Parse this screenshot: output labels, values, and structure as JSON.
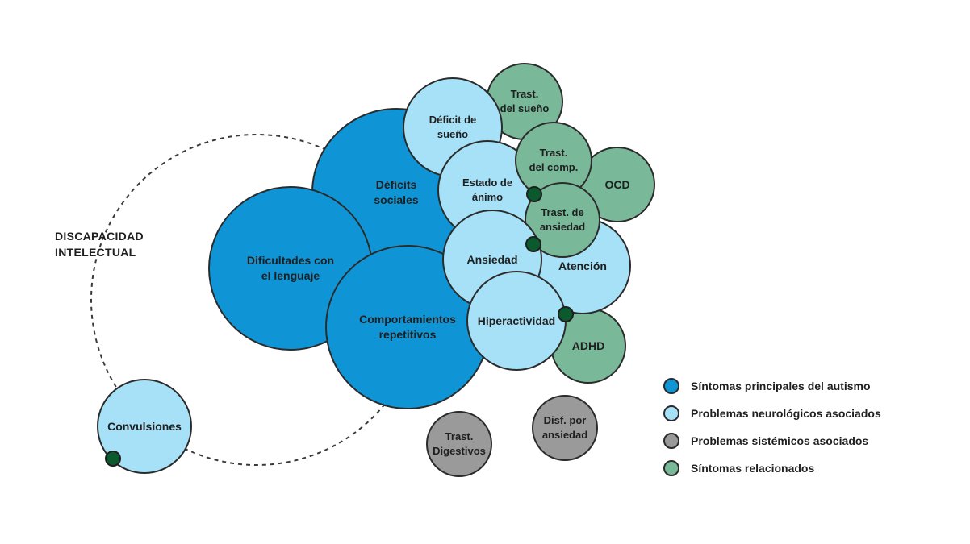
{
  "outer_label": "DISCAPACIDAD\nINTELECTUAL",
  "colors": {
    "principal": "#0f95d6",
    "neurologico": "#a6e1f7",
    "sistemico": "#9a9a9a",
    "relacionado": "#79b99a",
    "connector_dot": "#0b5a2e"
  },
  "bubbles": {
    "deficits_sociales": "Déficits\nsociales",
    "dificultades_lenguaje": "Dificultades con\nel lenguaje",
    "comportamientos_repetitivos": "Comportamientos\nrepetitivos",
    "deficit_sueno": "Déficit de\nsueño",
    "estado_animo": "Estado de\nánimo",
    "ansiedad": "Ansiedad",
    "atencion": "Atención",
    "hiperactividad": "Hiperactividad",
    "trast_sueno": "Trast.\ndel sueño",
    "trast_comp": "Trast.\ndel comp.",
    "ocd": "OCD",
    "trast_ansiedad": "Trast. de\nansiedad",
    "adhd": "ADHD",
    "convulsiones": "Convulsiones",
    "trast_digestivos": "Trast.\nDigestivos",
    "disf_ansiedad": "Disf. por\nansiedad"
  },
  "legend": [
    {
      "label": "Síntomas principales del autismo",
      "color": "#0f95d6"
    },
    {
      "label": "Problemas neurológicos asociados",
      "color": "#a6e1f7"
    },
    {
      "label": "Problemas sistémicos asociados",
      "color": "#9a9a9a"
    },
    {
      "label": "Síntomas relacionados",
      "color": "#79b99a"
    }
  ]
}
